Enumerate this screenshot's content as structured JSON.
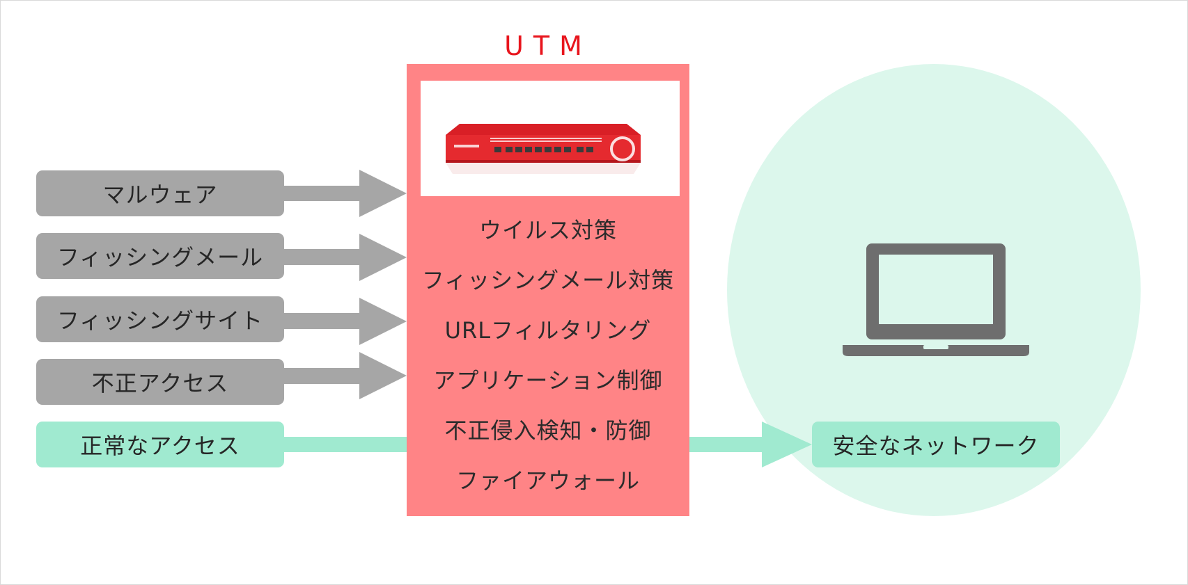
{
  "utm": {
    "title": "UTM",
    "features": [
      "ウイルス対策",
      "フィッシングメール対策",
      "URLフィルタリング",
      "アプリケーション制御",
      "不正侵入検知・防御",
      "ファイアウォール"
    ]
  },
  "threats": [
    "マルウェア",
    "フィッシングメール",
    "フィッシングサイト",
    "不正アクセス"
  ],
  "normal_access": "正常なアクセス",
  "safe_network": "安全なネットワーク",
  "icons": [
    "utm-appliance-icon",
    "laptop-icon"
  ],
  "colors": {
    "threat": "#a6a6a6",
    "safe": "#a0ead0",
    "utm_panel": "#ff8486",
    "utm_title": "#e8151d",
    "network_area": "#dcf7ec",
    "laptop": "#6e6e6e"
  }
}
